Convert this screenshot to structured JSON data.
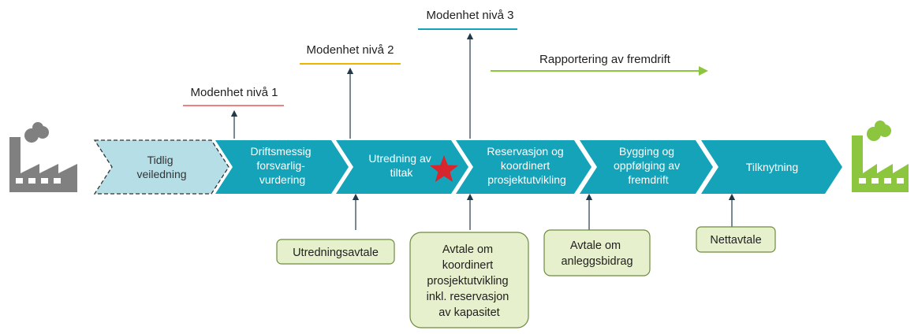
{
  "colors": {
    "step": "#14A3B8",
    "step_first_fill": "#B5DEE6",
    "level1": "#F08080",
    "level2": "#F0B400",
    "level3": "#14A3B8",
    "report": "#8CC63F",
    "agreement_fill": "#E7F0CC",
    "agreement_stroke": "#6E8B3D",
    "factory_start": "#808080",
    "factory_end": "#8CC63F",
    "star": "#D7262E",
    "arrow": "#1F3A4D"
  },
  "steps": [
    {
      "lines": [
        "Tidlig",
        "veiledning"
      ]
    },
    {
      "lines": [
        "Driftsmessig",
        "forsvarlig-",
        "vurdering"
      ]
    },
    {
      "lines": [
        "Utredning av",
        "tiltak"
      ]
    },
    {
      "lines": [
        "Reservasjon og",
        "koordinert",
        "prosjektutvikling"
      ]
    },
    {
      "lines": [
        "Bygging og",
        "oppfølging av",
        "fremdrift"
      ]
    },
    {
      "lines": [
        "Tilknytning"
      ]
    }
  ],
  "maturity_levels": [
    {
      "label": "Modenhet nivå 1"
    },
    {
      "label": "Modenhet nivå 2"
    },
    {
      "label": "Modenhet nivå 3"
    }
  ],
  "reporting": {
    "label": "Rapportering av fremdrift"
  },
  "agreements": [
    {
      "lines": [
        "Utredningsavtale"
      ]
    },
    {
      "lines": [
        "Avtale om",
        "koordinert",
        "prosjektutvikling",
        "inkl. reservasjon",
        "av kapasitet"
      ]
    },
    {
      "lines": [
        "Avtale om",
        "anleggsbidrag"
      ]
    },
    {
      "lines": [
        "Nettavtale"
      ]
    }
  ],
  "icons": {
    "start": "factory-icon-grey",
    "end": "factory-icon-green",
    "marker": "star-icon"
  }
}
